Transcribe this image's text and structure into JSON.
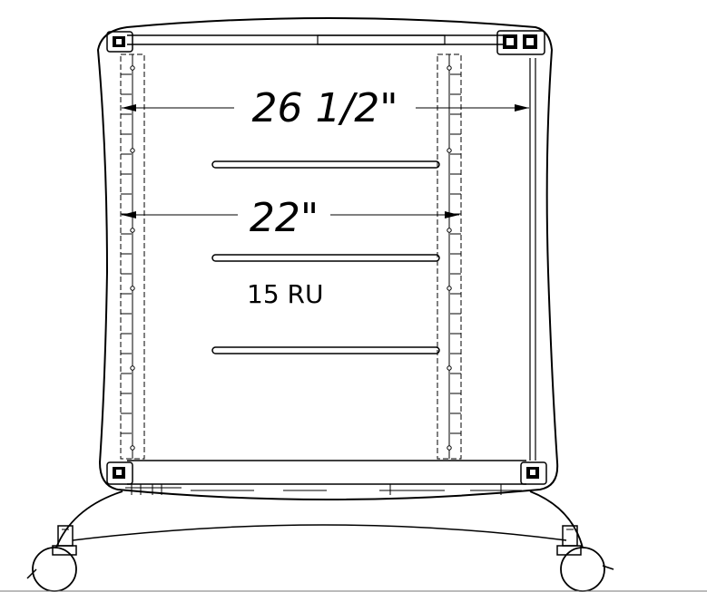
{
  "dimensions": {
    "outer_width": "26 1/2\"",
    "inner_width": "22\""
  },
  "rack_units": "15 RU"
}
